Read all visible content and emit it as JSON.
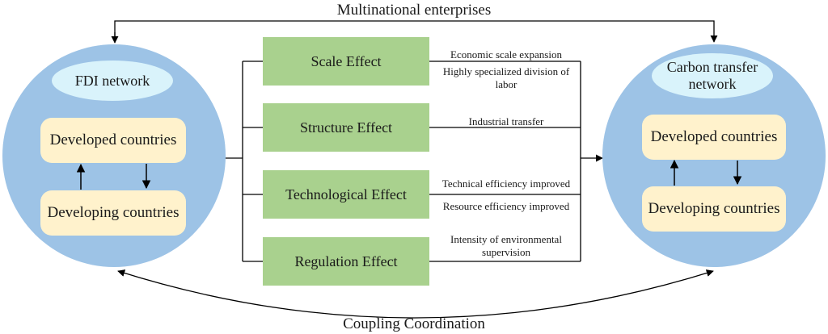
{
  "top_label": "Multinational enterprises",
  "bottom_label": "Coupling Coordination",
  "left_network": {
    "title": "FDI network",
    "upper": "Developed countries",
    "lower": "Developing countries"
  },
  "right_network": {
    "title": "Carbon transfer network",
    "upper": "Developed countries",
    "lower": "Developing countries"
  },
  "effects": [
    {
      "label": "Scale Effect",
      "notes": [
        "Economic scale expansion",
        "Highly specialized division of labor"
      ]
    },
    {
      "label": "Structure Effect",
      "notes": [
        "Industrial transfer"
      ]
    },
    {
      "label": "Technological Effect",
      "notes": [
        "Technical efficiency improved",
        "Resource efficiency improved"
      ]
    },
    {
      "label": "Regulation Effect",
      "notes": [
        "Intensity of environmental supervision"
      ]
    }
  ]
}
